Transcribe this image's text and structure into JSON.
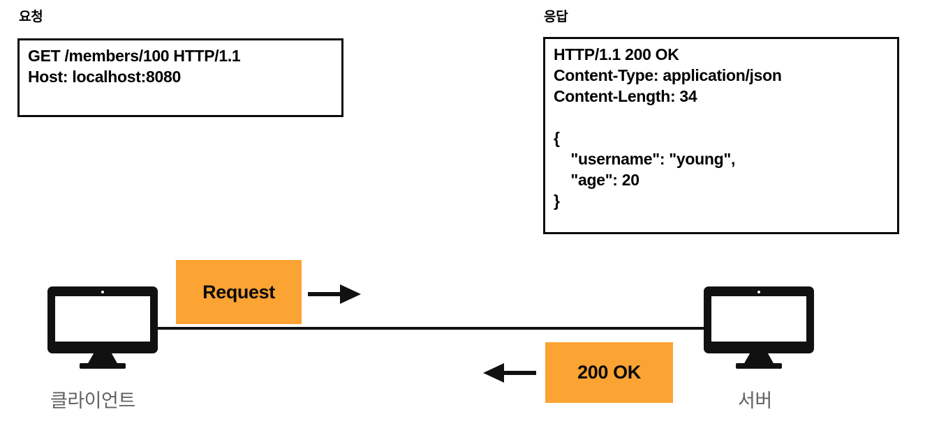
{
  "diagram": {
    "type": "http-request-response-sequence",
    "background_color": "#ffffff",
    "accent_color": "#fba333",
    "caption_color": "#626262",
    "stroke_color": "#111111"
  },
  "request_section": {
    "heading": "요청",
    "message": "GET /members/100 HTTP/1.1\nHost: localhost:8080",
    "lines": [
      "GET /members/100 HTTP/1.1",
      "Host: localhost:8080"
    ]
  },
  "response_section": {
    "heading": "응답",
    "message": "HTTP/1.1 200 OK\nContent-Type: application/json\nContent-Length: 34\n\n{\n    \"username\": \"young\",\n    \"age\": 20\n}",
    "lines": [
      "HTTP/1.1 200 OK",
      "Content-Type: application/json",
      "Content-Length: 34",
      "",
      "{",
      "    \"username\": \"young\",",
      "    \"age\": 20",
      "}"
    ],
    "status_line": "HTTP/1.1 200 OK",
    "headers": [
      {
        "name": "Content-Type",
        "value": "application/json"
      },
      {
        "name": "Content-Length",
        "value": "34"
      }
    ],
    "body": {
      "username": "young",
      "age": 20
    }
  },
  "flow": {
    "client_label": "클라이언트",
    "server_label": "서버",
    "request_chip_label": "Request",
    "response_chip_label": "200 OK",
    "request_direction": "client-to-server",
    "response_direction": "server-to-client"
  }
}
